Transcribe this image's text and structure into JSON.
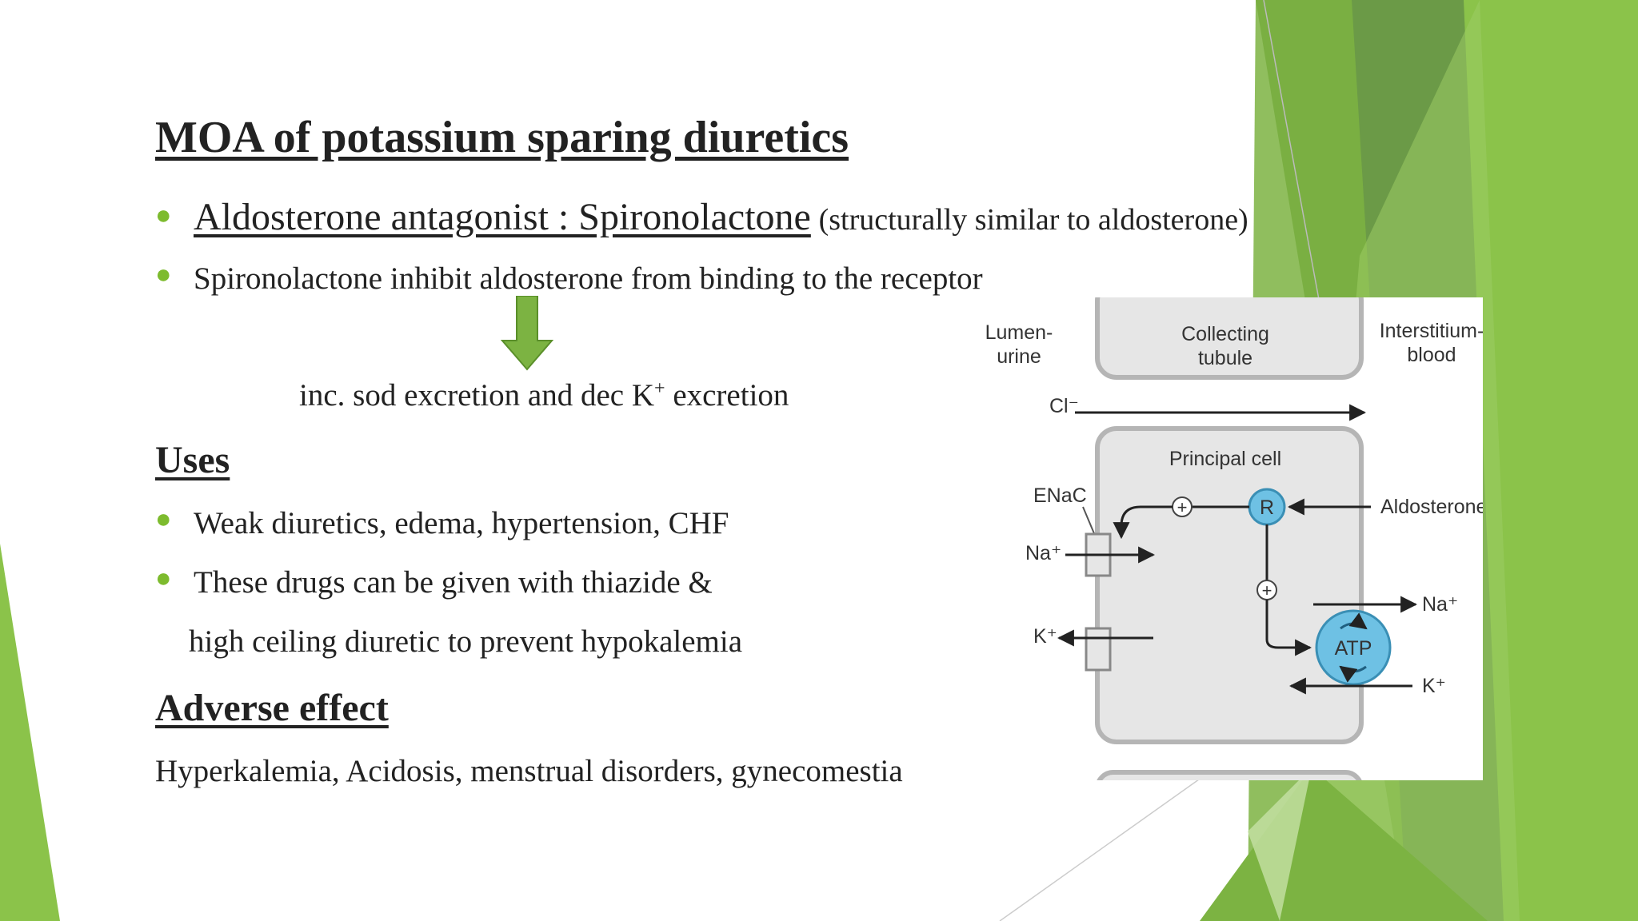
{
  "slide": {
    "title": "MOA of potassium sparing diuretics",
    "bullets": [
      {
        "main": "Aldosterone antagonist : Spironolactone",
        "note": "(structurally similar to aldosterone)"
      },
      {
        "main": "Spironolactone inhibit aldosterone from binding to the receptor"
      }
    ],
    "result": {
      "before": "inc. sod excretion and dec K",
      "sup": "+",
      "after": " excretion"
    },
    "uses": {
      "heading": "Uses",
      "items": [
        "Weak diuretics, edema, hypertension, CHF",
        "These drugs can be given with thiazide &"
      ],
      "continuation": "high ceiling diuretic to prevent hypokalemia"
    },
    "adverse": {
      "heading": "Adverse effect",
      "text": "Hyperkalemia, Acidosis, menstrual disorders, gynecomestia"
    }
  },
  "diagram": {
    "lumen": [
      "Lumen-",
      "urine"
    ],
    "tubule": [
      "Collecting",
      "tubule"
    ],
    "interstitium": [
      "Interstitium-",
      "blood"
    ],
    "chloride": "Cl⁻",
    "principal": "Principal cell",
    "enac": "ENaC",
    "na_left": "Na⁺",
    "k_left": "K⁺",
    "receptor": "R",
    "aldosterone": "Aldosterone",
    "plus": "+",
    "atp": "ATP",
    "na_right": "Na⁺",
    "k_right": "K⁺"
  },
  "colors": {
    "accent_green": "#7dbb2e",
    "dark_green": "#5f9a35",
    "pump_blue": "#6ec1e4"
  }
}
